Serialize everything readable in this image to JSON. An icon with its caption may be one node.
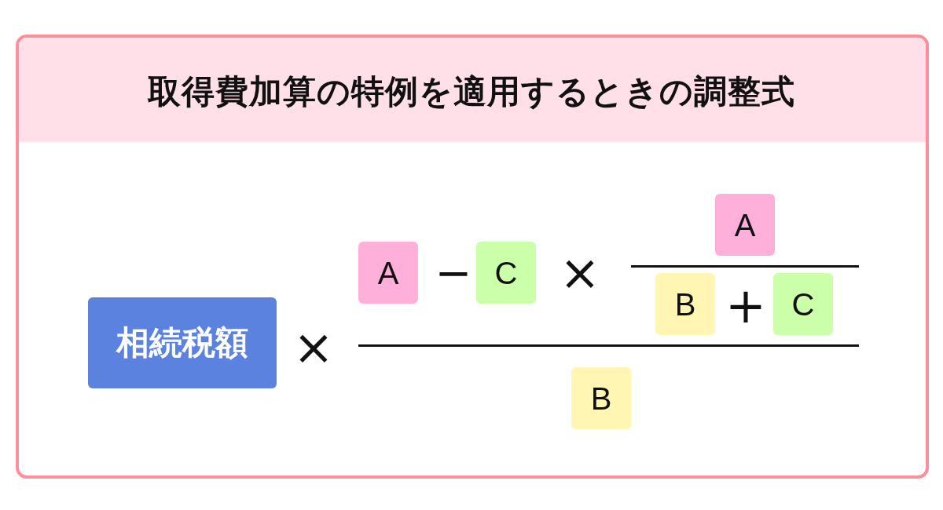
{
  "diagram": {
    "title": "取得費加算の特例を適用するときの調整式",
    "nodes": [
      {
        "text": [
          "相続税額"
        ]
      },
      {
        "text": [
          "A"
        ]
      },
      {
        "text": [
          "C"
        ]
      },
      {
        "text": [
          "A"
        ]
      },
      {
        "text": [
          "B"
        ]
      },
      {
        "text": [
          "C"
        ]
      },
      {
        "text": [
          "B"
        ]
      }
    ],
    "labels": [
      "×",
      "−",
      "×",
      "+"
    ]
  }
}
